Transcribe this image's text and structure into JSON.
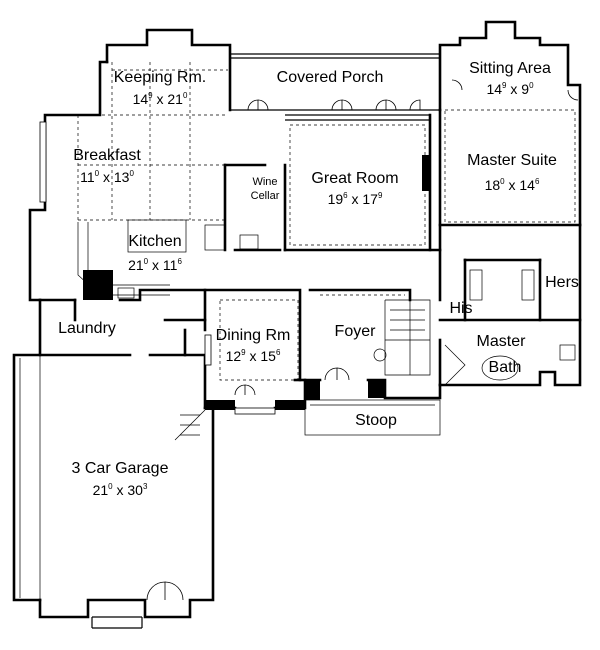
{
  "rooms": [
    {
      "id": "keeping",
      "name": "Keeping Rm.",
      "w_ft": "14",
      "w_in": "9",
      "d_ft": "21",
      "d_in": "0"
    },
    {
      "id": "porch",
      "name": "Covered Porch"
    },
    {
      "id": "sitting",
      "name": "Sitting Area",
      "w_ft": "14",
      "w_in": "9",
      "d_ft": "9",
      "d_in": "0"
    },
    {
      "id": "breakfast",
      "name": "Breakfast",
      "w_ft": "11",
      "w_in": "0",
      "d_ft": "13",
      "d_in": "0"
    },
    {
      "id": "wine",
      "name_line1": "Wine",
      "name_line2": "Cellar"
    },
    {
      "id": "great",
      "name": "Great Room",
      "w_ft": "19",
      "w_in": "6",
      "d_ft": "17",
      "d_in": "9"
    },
    {
      "id": "master",
      "name": "Master Suite",
      "w_ft": "18",
      "w_in": "0",
      "d_ft": "14",
      "d_in": "6"
    },
    {
      "id": "kitchen",
      "name": "Kitchen",
      "w_ft": "21",
      "w_in": "0",
      "d_ft": "11",
      "d_in": "6"
    },
    {
      "id": "hers",
      "name": "Hers"
    },
    {
      "id": "his",
      "name": "His"
    },
    {
      "id": "laundry",
      "name": "Laundry"
    },
    {
      "id": "dining",
      "name": "Dining Rm",
      "w_ft": "12",
      "w_in": "9",
      "d_ft": "15",
      "d_in": "6"
    },
    {
      "id": "foyer",
      "name": "Foyer"
    },
    {
      "id": "masterbath",
      "name_line1": "Master",
      "name_line2": "Bath"
    },
    {
      "id": "stoop",
      "name": "Stoop"
    },
    {
      "id": "garage",
      "name": "3 Car Garage",
      "w_ft": "21",
      "w_in": "0",
      "d_ft": "30",
      "d_in": "3"
    }
  ]
}
